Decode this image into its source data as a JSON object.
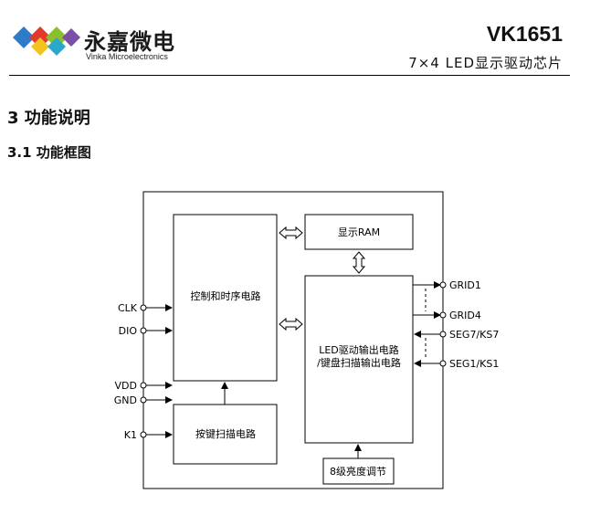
{
  "header": {
    "brand_cn": "永嘉微电",
    "brand_en": "Vinka Microelectronics",
    "model": "VK1651",
    "subtitle": "7×4  LED显示驱动芯片"
  },
  "section": {
    "title": "3   功能说明"
  },
  "subsection": {
    "title": "3.1  功能框图"
  },
  "diagram": {
    "blocks": {
      "control": "控制和时序电路",
      "ram": "显示RAM",
      "driver_line1": "LED驱动输出电路",
      "driver_line2": "/键盘扫描输出电路",
      "keyscan": "按键扫描电路",
      "brightness": "8级亮度调节"
    },
    "pins_left": [
      "CLK",
      "DIO",
      "VDD",
      "GND",
      "K1"
    ],
    "pins_right": [
      "GRID1",
      "GRID4",
      "SEG7/KS7",
      "SEG1/KS1"
    ]
  }
}
